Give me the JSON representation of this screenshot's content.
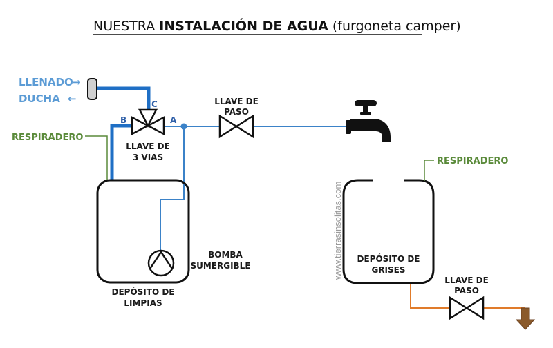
{
  "title": {
    "prefix": "NUESTRA ",
    "bold": "INSTALACIÓN DE AGUA",
    "suffix": " (furgoneta camper)"
  },
  "labels": {
    "llenado": "LLENADO",
    "ducha": "DUCHA",
    "arrow_right": "→",
    "arrow_left": "←",
    "respiradero_left": "RESPIRADERO",
    "respiradero_right": "RESPIRADERO",
    "port_a": "A",
    "port_b": "B",
    "port_c": "C",
    "three_way_valve_line1": "LLAVE DE",
    "three_way_valve_line2": "3 VIAS",
    "stop_valve_top_line1": "LLAVE DE",
    "stop_valve_top_line2": "PASO",
    "pump_line1": "BOMBA",
    "pump_line2": "SUMERGIBLE",
    "clean_tank_line1": "DEPÓSITO DE",
    "clean_tank_line2": "LIMPIAS",
    "grey_tank_line1": "DEPÓSITO DE",
    "grey_tank_line2": "GRISES",
    "stop_valve_bottom_line1": "LLAVE DE",
    "stop_valve_bottom_line2": "PASO"
  },
  "watermark": "www.tierrasinsolitas.com",
  "colors": {
    "clean_pipe": "#1f6fc5",
    "thin_pipe": "#3b82c8",
    "vent": "#5a8a3a",
    "grey_pipe": "#e07b2a",
    "drain_arrow": "#8b5a2b",
    "outline": "#111111"
  }
}
